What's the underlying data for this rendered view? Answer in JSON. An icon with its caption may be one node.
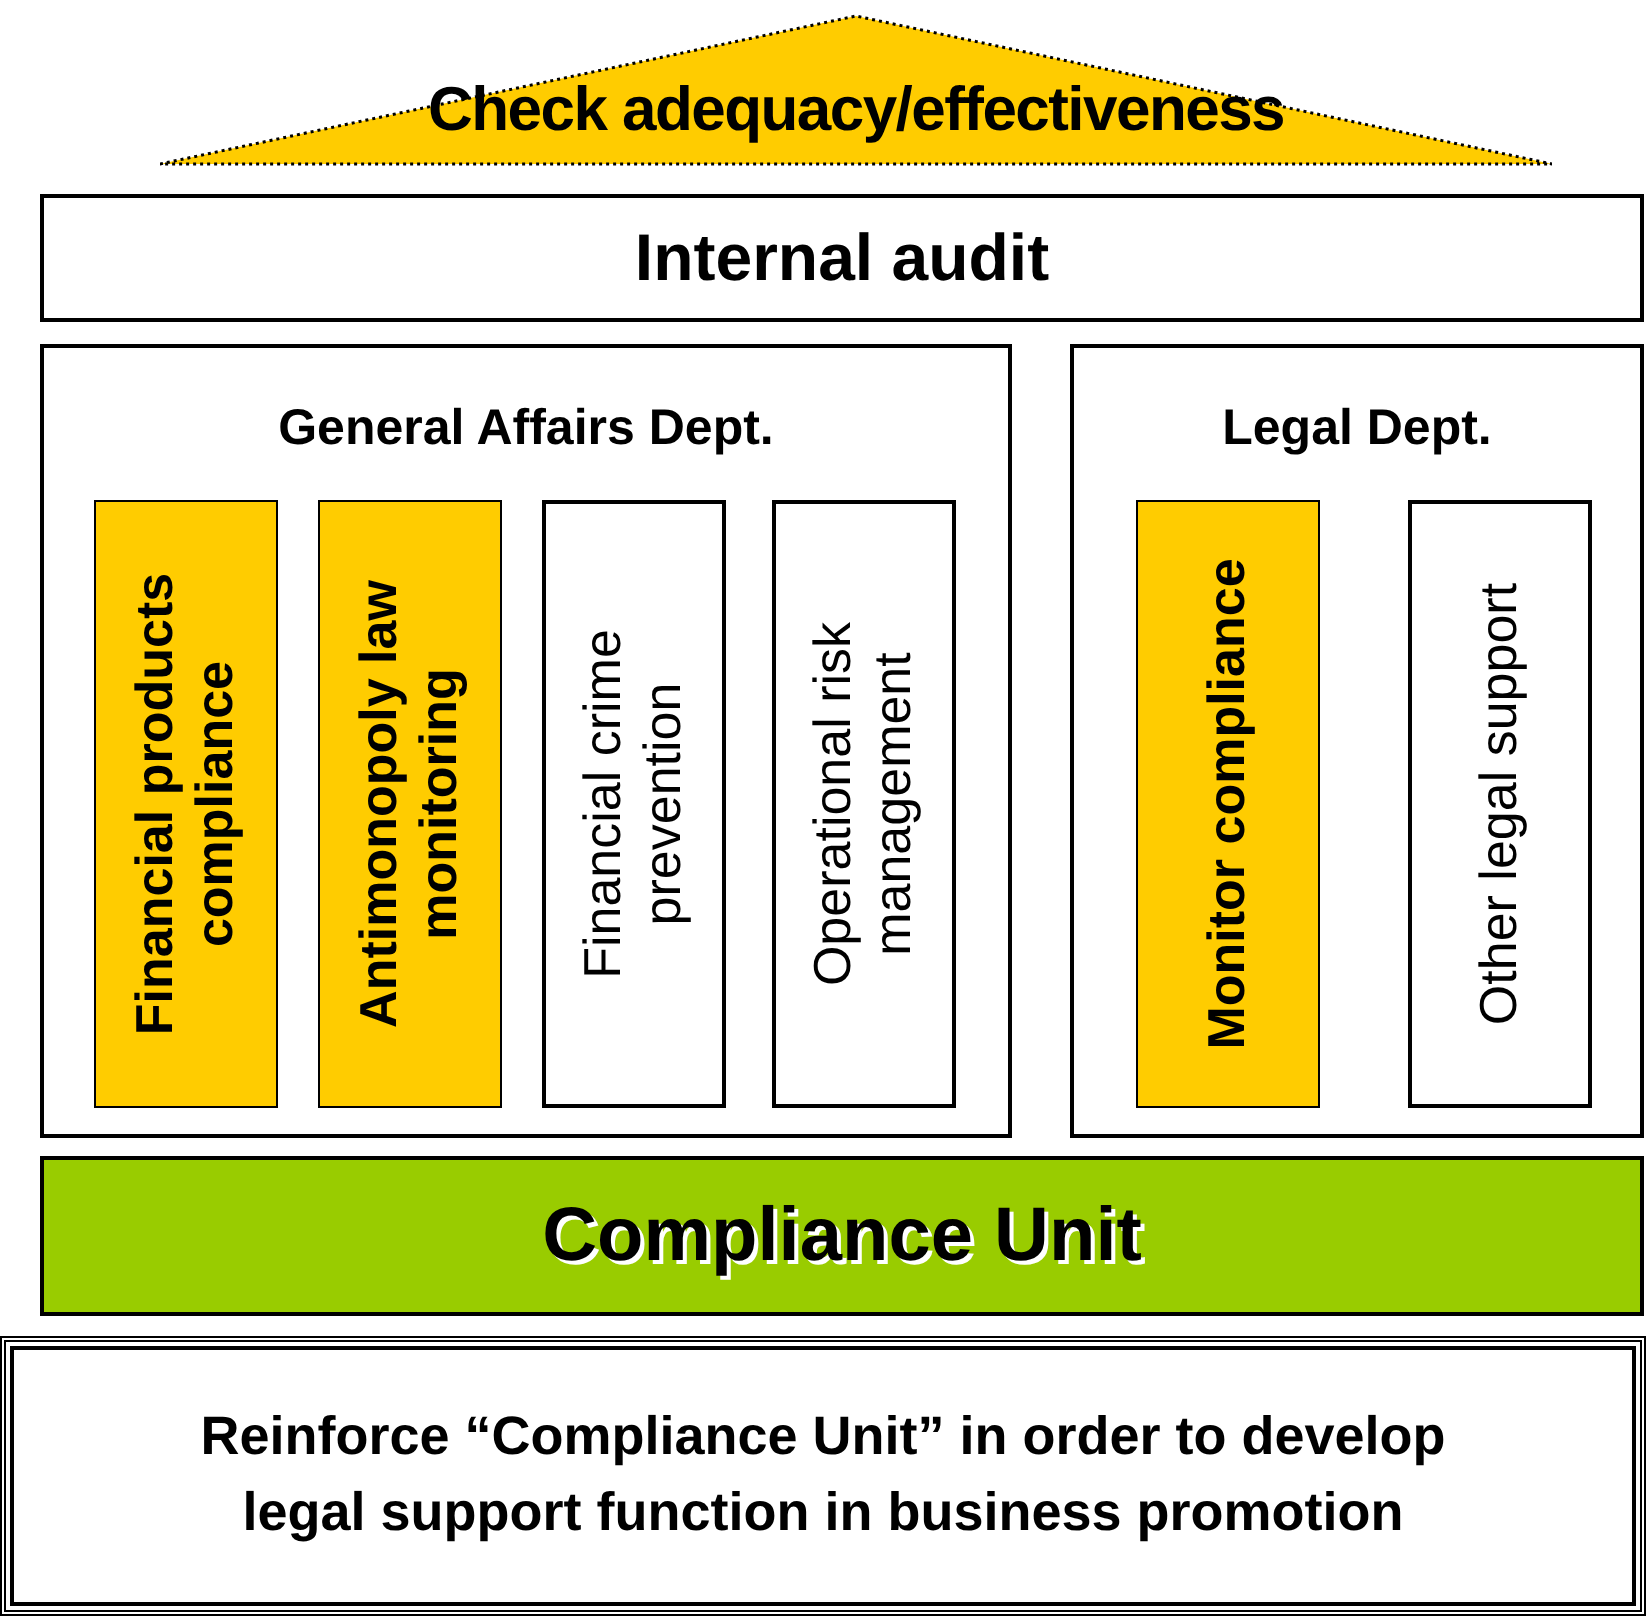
{
  "diagram": {
    "nodes": [
      {
        "text": [
          "Check adequacy/effectiveness"
        ]
      },
      {
        "text": [
          "Internal audit"
        ]
      },
      {
        "text": [
          "General Affairs Dept."
        ]
      },
      {
        "text": [
          "Financial products compliance"
        ],
        "in": 2
      },
      {
        "text": [
          "Antimonopoly law monitoring"
        ],
        "in": 2
      },
      {
        "text": [
          "Financial crime prevention"
        ],
        "in": 2
      },
      {
        "text": [
          "Operational risk management"
        ],
        "in": 2
      },
      {
        "text": [
          "Legal Dept."
        ]
      },
      {
        "text": [
          "Monitor compliance"
        ],
        "in": 7
      },
      {
        "text": [
          "Other legal support"
        ],
        "in": 7
      },
      {
        "text": [
          "Compliance Unit"
        ]
      },
      {
        "text": [
          "Reinforce “Compliance Unit” in order to develop legal support function in business promotion"
        ]
      }
    ]
  }
}
